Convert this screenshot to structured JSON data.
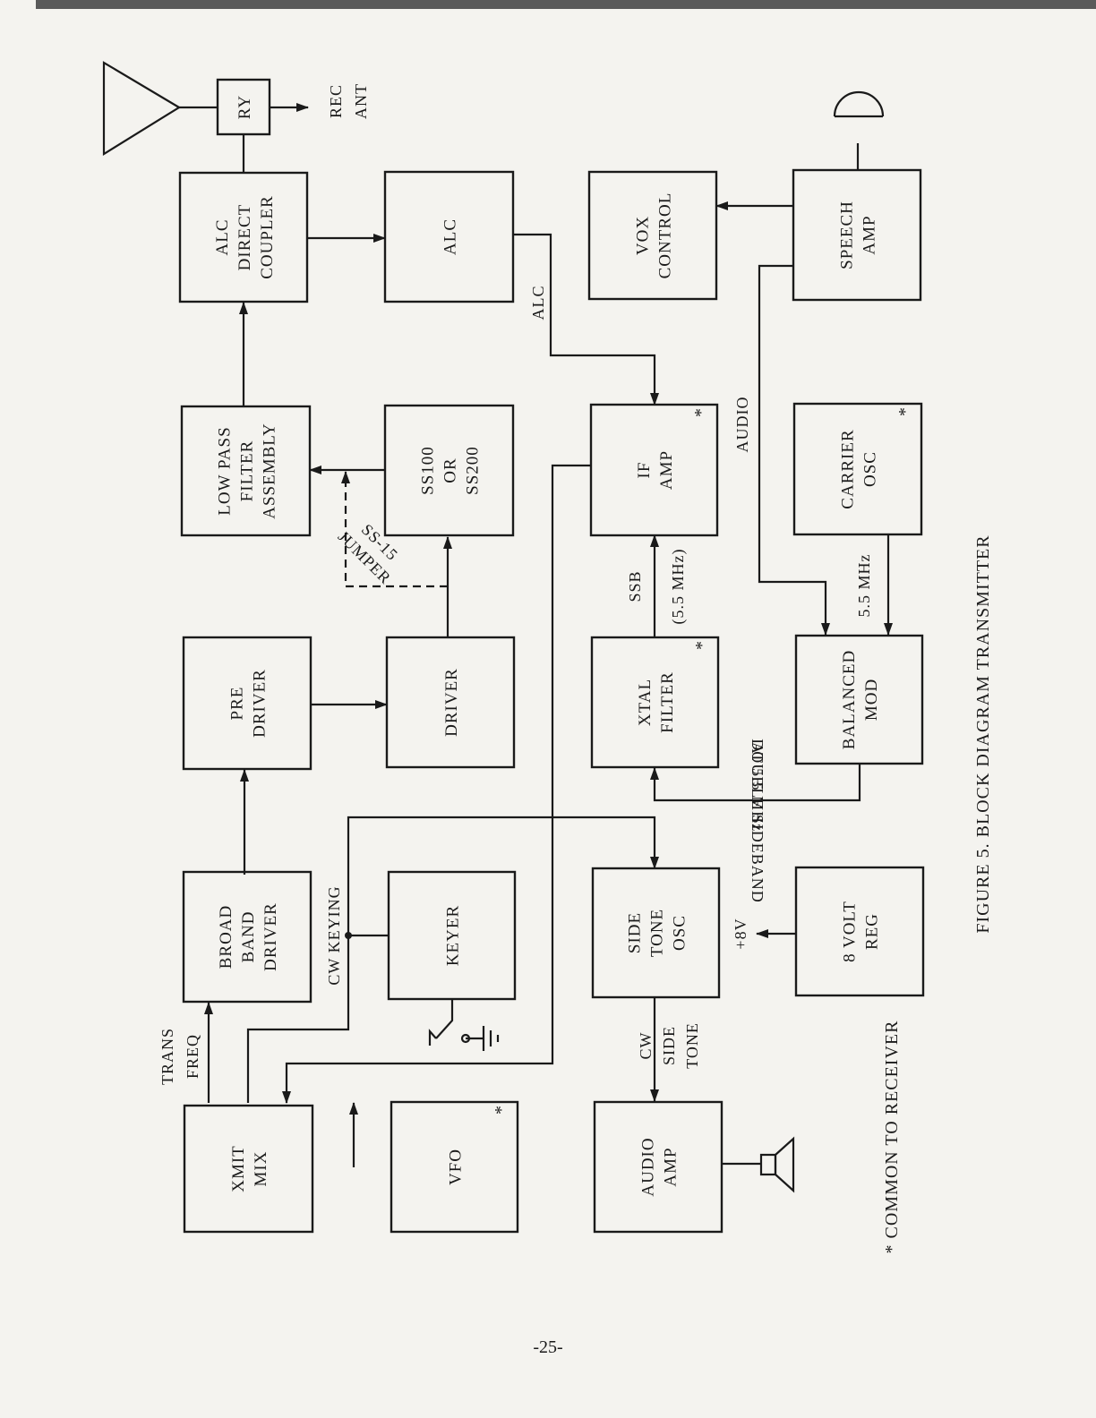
{
  "diagram": {
    "blocks": {
      "xmit_mix": [
        "XMIT",
        "MIX"
      ],
      "broad_band_driver": [
        "BROAD",
        "BAND",
        "DRIVER"
      ],
      "pre_driver": [
        "PRE",
        "DRIVER"
      ],
      "low_pass_filter": [
        "LOW PASS",
        "FILTER",
        "ASSEMBLY"
      ],
      "alc_direct_coupler": [
        "ALC",
        "DIRECT",
        "COUPLER"
      ],
      "relay": [
        "RY"
      ],
      "vfo": [
        "VFO"
      ],
      "keyer": [
        "KEYER"
      ],
      "driver": [
        "DRIVER"
      ],
      "ss100_ss200": [
        "SS100",
        "OR",
        "SS200"
      ],
      "alc": [
        "ALC"
      ],
      "audio_amp": [
        "AUDIO",
        "AMP"
      ],
      "side_tone_osc": [
        "SIDE",
        "TONE",
        "OSC"
      ],
      "xtal_filter": [
        "XTAL",
        "FILTER"
      ],
      "if_amp": [
        "IF",
        "AMP"
      ],
      "vox_control": [
        "VOX",
        "CONTROL"
      ],
      "volt_reg": [
        "8 VOLT",
        "REG"
      ],
      "balanced_mod": [
        "BALANCED",
        "MOD"
      ],
      "carrier_osc": [
        "CARRIER",
        "OSC"
      ],
      "speech_amp": [
        "SPEECH",
        "AMP"
      ]
    },
    "signal_labels": {
      "trans_freq": [
        "TRANS",
        "FREQ"
      ],
      "rec_ant": [
        "REC",
        "ANT"
      ],
      "cw_keying": "CW KEYING",
      "jumper": [
        "SS-15",
        "JUMPER"
      ],
      "alc_line": "ALC",
      "cw_side_tone": [
        "CW",
        "SIDE",
        "TONE"
      ],
      "plus_8v": "+8V",
      "ssb": "SSB",
      "ssb_freq": "(5.5 MHz)",
      "audio_line": "AUDIO",
      "carrier_freq": "5.5 MHz",
      "double_sideband": "DOUBLE SIDEBAND",
      "dsb_freq": "AT 5.5 MHz"
    },
    "marker": "*",
    "footnote": "* COMMON TO RECEIVER",
    "figure_caption": "FIGURE 5.    BLOCK DIAGRAM TRANSMITTER"
  },
  "page_number": "-25-"
}
